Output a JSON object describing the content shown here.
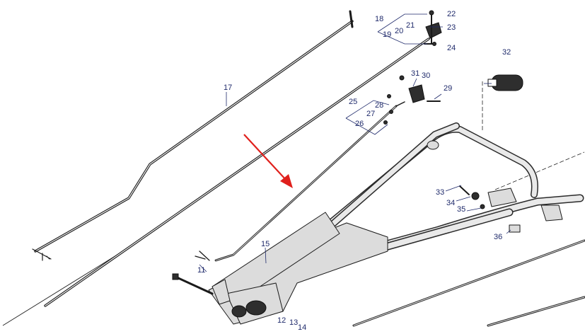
{
  "diagram": {
    "callouts": [
      "17",
      "18",
      "19",
      "20",
      "21",
      "22",
      "23",
      "24",
      "25",
      "26",
      "27",
      "28",
      "29",
      "30",
      "31",
      "32",
      "33",
      "34",
      "35",
      "36",
      "11",
      "12",
      "13",
      "14",
      "15"
    ],
    "colors": {
      "callout_text": "#1f2a6b",
      "arrow": "#e0201c",
      "outline": "#1a1a1a",
      "part_fill": "#dcdcdc"
    }
  }
}
